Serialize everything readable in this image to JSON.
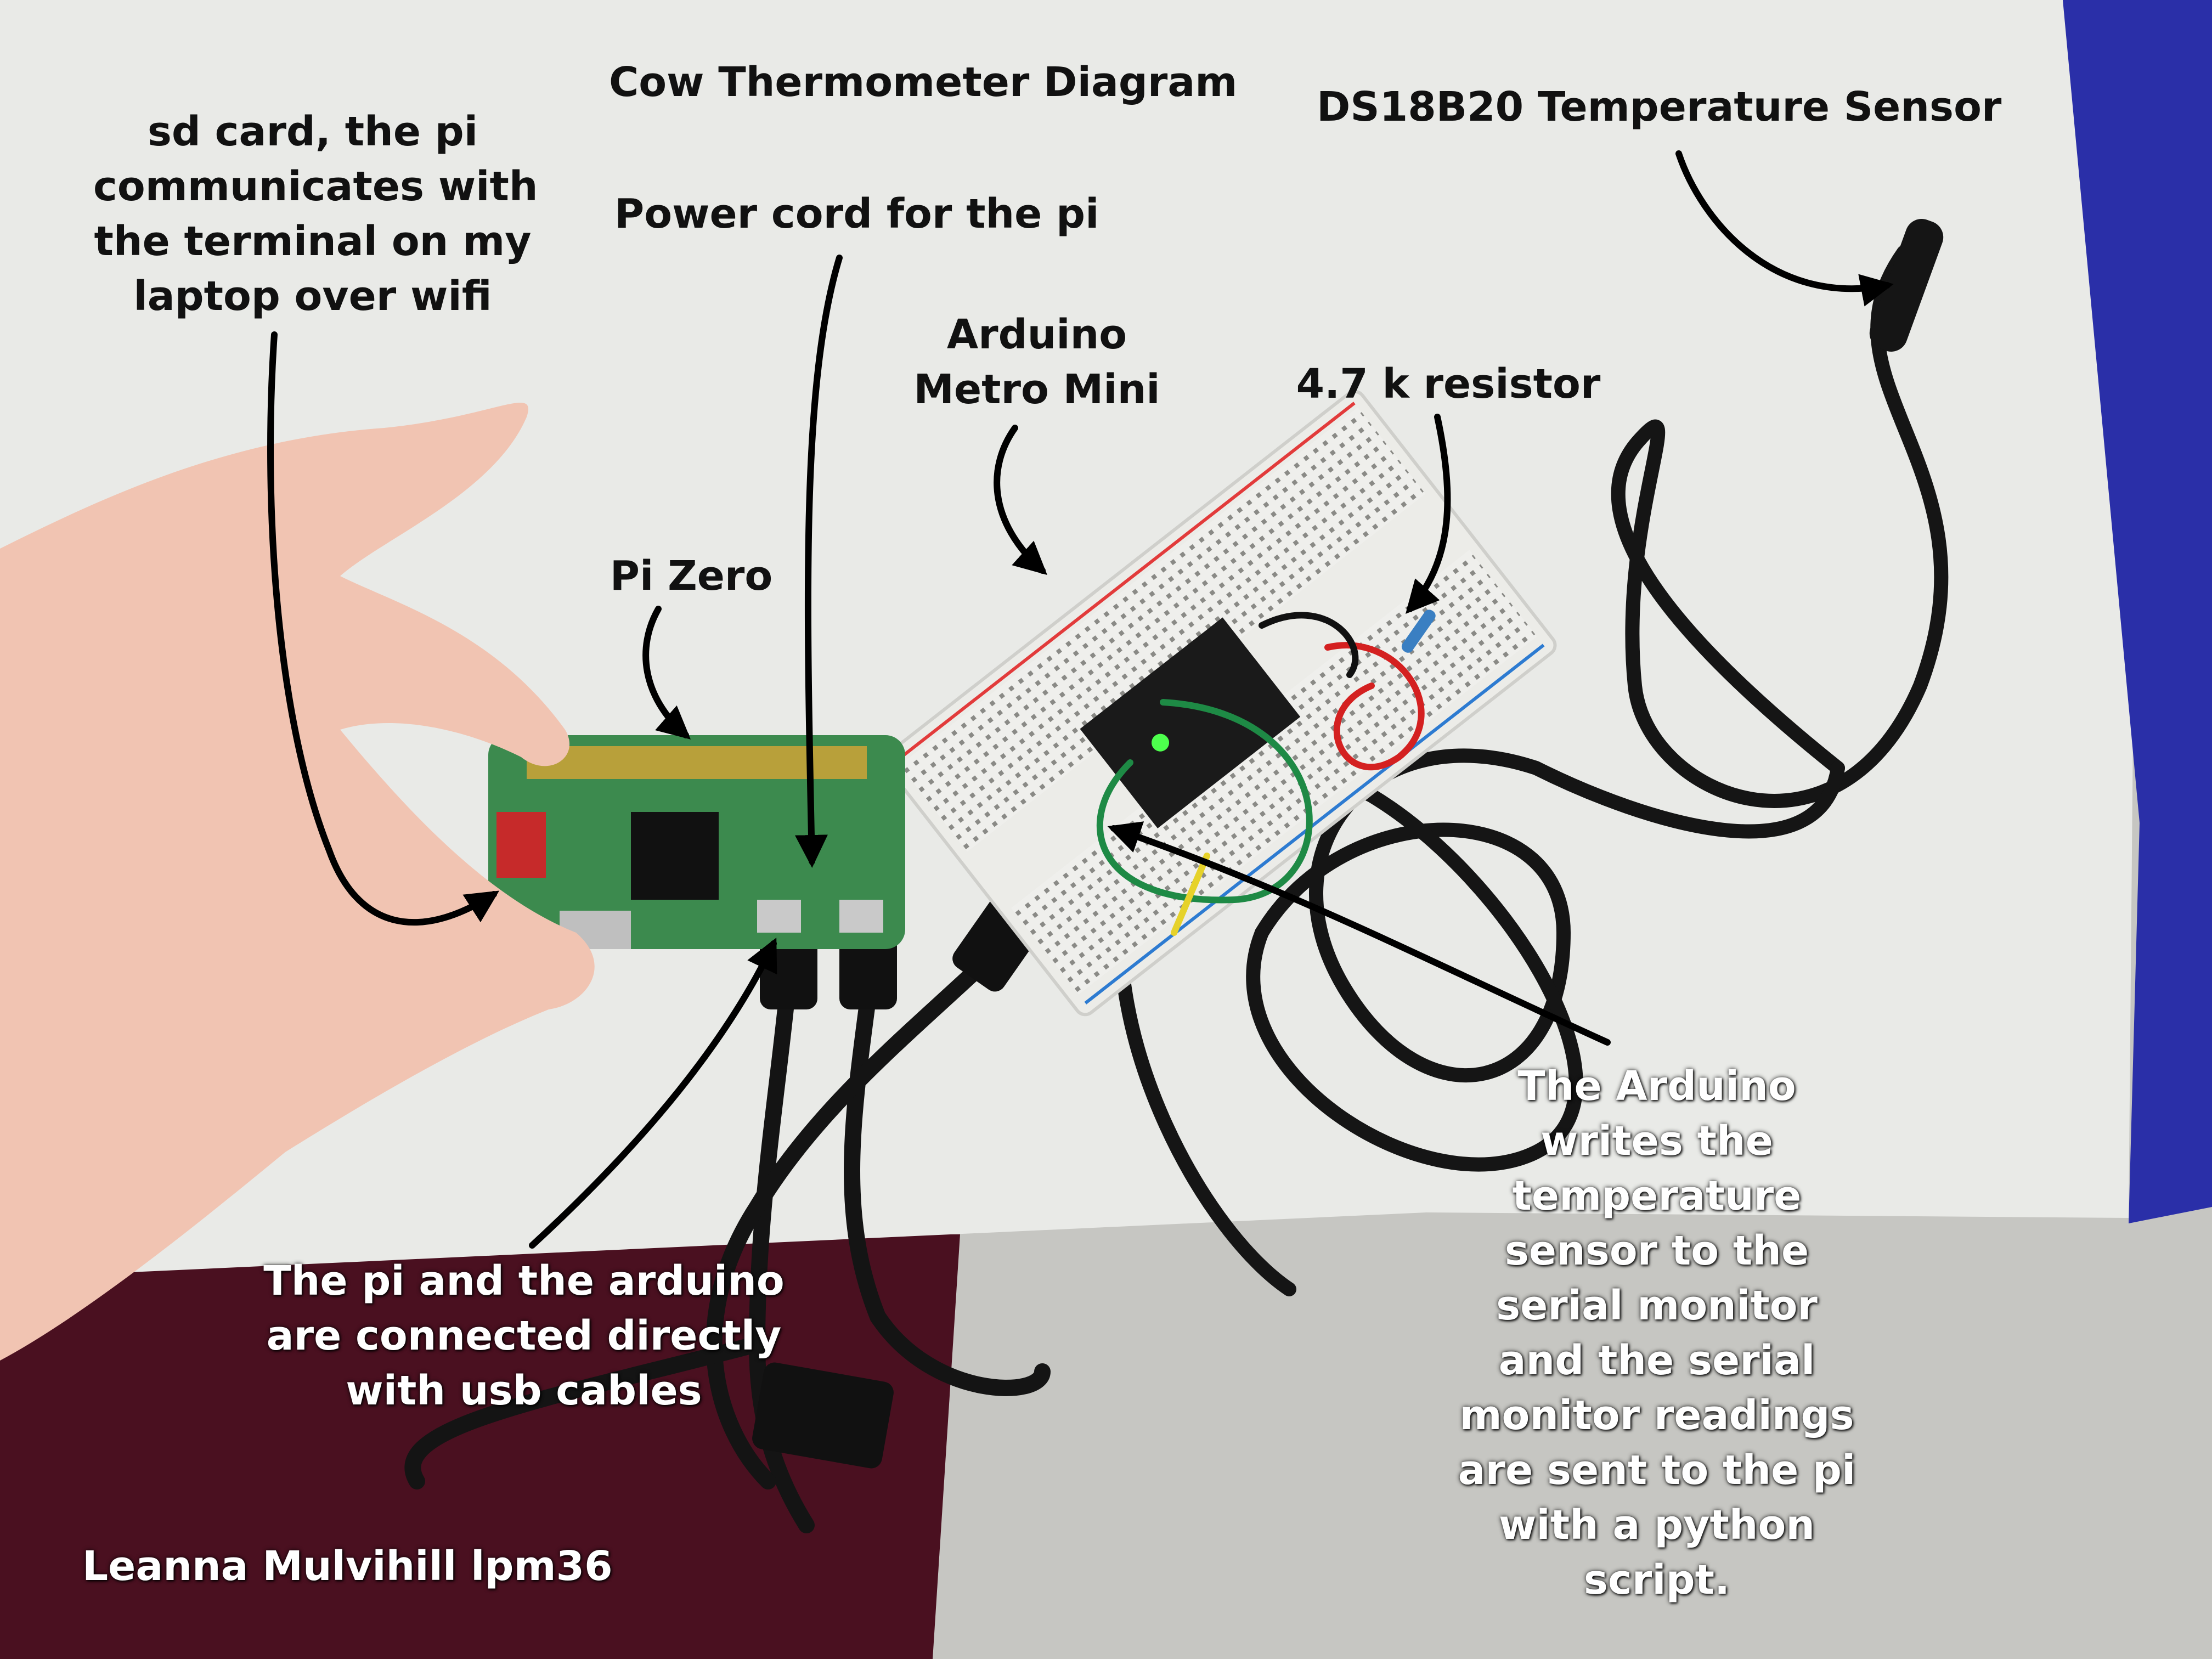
{
  "title": "Cow Thermometer Diagram",
  "labels": {
    "sd_card": [
      "sd card, the pi",
      "communicates with",
      "the terminal on my",
      "laptop over wifi"
    ],
    "power_cord": "Power cord for the pi",
    "arduino": [
      "Arduino",
      "Metro Mini"
    ],
    "sensor": "DS18B20 Temperature Sensor",
    "resistor": "4.7 k resistor",
    "pi_zero": "Pi Zero",
    "usb": [
      "The pi and the arduino",
      "are connected directly",
      "with usb cables"
    ],
    "arduino_writes": [
      "The Arduino",
      "writes the",
      "temperature",
      "sensor to the",
      "serial monitor",
      "and the serial",
      "monitor readings",
      "are sent to the pi",
      "with a python",
      "script."
    ],
    "author": "Leanna Mulvihill lpm36"
  },
  "colors": {
    "table": "#e8e9e6",
    "floor": "#c7c7c3",
    "blue_cloth": "#2a2fa8",
    "red_cloth": "#4a1020",
    "pcb": "#3c8a4e",
    "breadboard": "#ededea",
    "cable": "#151515",
    "arrow": "#000000"
  }
}
